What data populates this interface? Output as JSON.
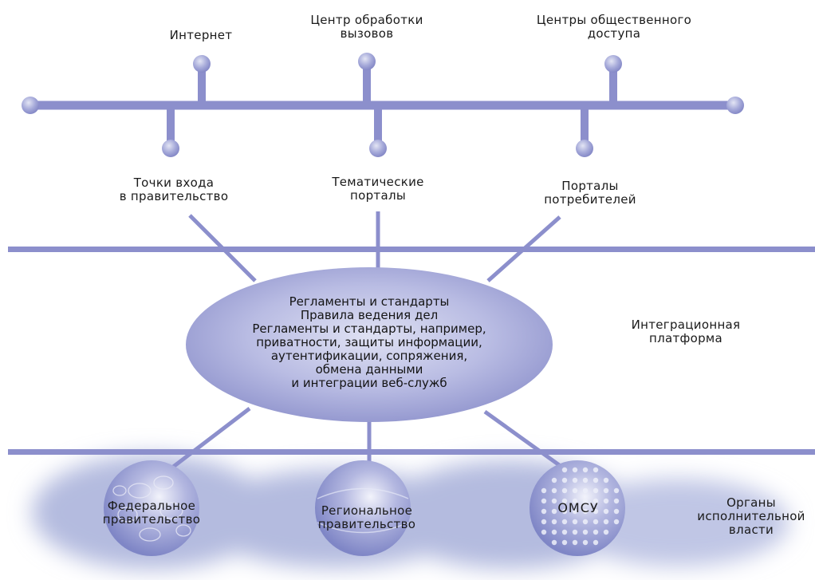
{
  "top_channels": [
    {
      "lines": [
        "Интернет"
      ]
    },
    {
      "lines": [
        "Центр обработки",
        "вызовов"
      ]
    },
    {
      "lines": [
        "Центры общественного",
        "доступа"
      ]
    }
  ],
  "portals": [
    {
      "lines": [
        "Точки входа",
        "в правительство"
      ]
    },
    {
      "lines": [
        "Тематические",
        "порталы"
      ]
    },
    {
      "lines": [
        "Порталы",
        "потребителей"
      ]
    }
  ],
  "platform": {
    "lines": [
      "Регламенты и стандарты",
      "Правила ведения дел",
      "Регламенты и стандарты, например,",
      "приватности, защиты информации,",
      "аутентификации, сопряжения,",
      "обмена данными",
      "и интеграции веб-служб"
    ],
    "label_lines": [
      "Интеграционная",
      "платформа"
    ]
  },
  "bodies": [
    {
      "lines": [
        "Федеральное",
        "правительство"
      ]
    },
    {
      "lines": [
        "Региональное",
        "правительство"
      ]
    },
    {
      "lines": [
        "ОМСУ"
      ]
    }
  ],
  "bodies_label_lines": [
    "Органы",
    "исполнительной",
    "власти"
  ],
  "colors": {
    "line": "#8c8fcc",
    "ellipse": "#8e92cc",
    "cloud": "#aab2d9",
    "sphere": "#9096cf"
  }
}
